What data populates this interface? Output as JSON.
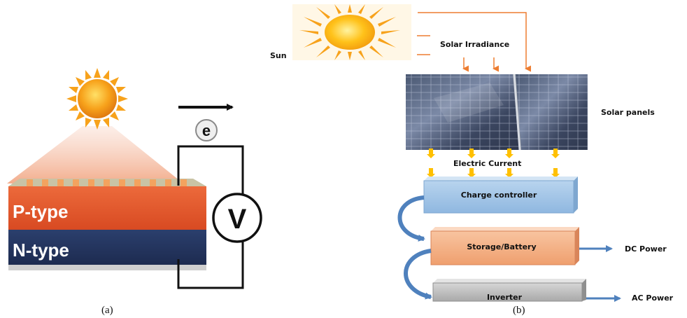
{
  "panel_a": {
    "caption": "(a)",
    "p_type_label": "P-type",
    "n_type_label": "N-type",
    "electron_label": "e",
    "meter_label": "V",
    "colors": {
      "p_type": "#e1552b",
      "n_type": "#23345c",
      "sun": "#f7a21b"
    }
  },
  "panel_b": {
    "caption": "(b)",
    "sun_label": "Sun",
    "irradiance_label": "Solar Irradiance",
    "panels_label": "Solar panels",
    "current_label": "Electric Current",
    "charge_controller_label": "Charge controller",
    "storage_label": "Storage/Battery",
    "inverter_label": "Inverter",
    "dc_label": "DC Power",
    "ac_label": "AC Power",
    "colors": {
      "arrow_orange": "#ed7d31",
      "arrow_blue": "#4f81bd",
      "current_yellow": "#ffc000",
      "controller": "#9dc3e6",
      "battery": "#f4b183",
      "inverter": "#bfbfbf"
    }
  }
}
